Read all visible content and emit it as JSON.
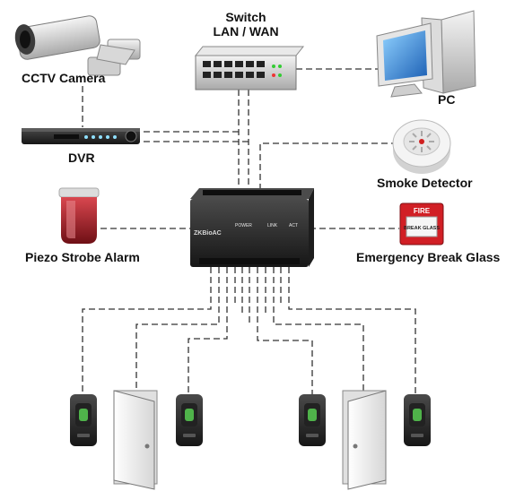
{
  "labels": {
    "switch_title": "Switch",
    "switch_sub": "LAN / WAN",
    "cctv": "CCTV Camera",
    "dvr": "DVR",
    "pc": "PC",
    "smoke": "Smoke Detector",
    "alarm": "Piezo Strobe Alarm",
    "break_glass": "Emergency Break Glass"
  },
  "devices": {
    "controller_brand": "ZKBioAC",
    "break_glass_top": "FIRE",
    "break_glass_panel": "BREAK GLASS"
  },
  "colors": {
    "wire": "#333333",
    "controller_body": "#2b2b2b",
    "alarm_red": "#9b1b22",
    "break_glass_red": "#d11f25",
    "reader_body": "#3a3a3a",
    "reader_sensor": "#4fb34a",
    "door": "#f2f2f2"
  }
}
